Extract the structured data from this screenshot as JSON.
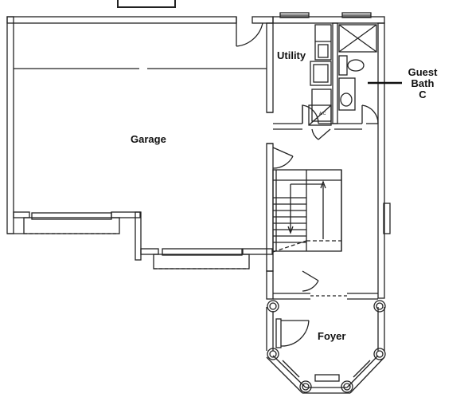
{
  "rooms": {
    "garage": "Garage",
    "utility": "Utility",
    "foyer": "Foyer",
    "guest_bath": {
      "line1": "Guest",
      "line2": "Bath",
      "line3": "C"
    }
  },
  "fixtures": {
    "water_heater_label": "A/C"
  }
}
